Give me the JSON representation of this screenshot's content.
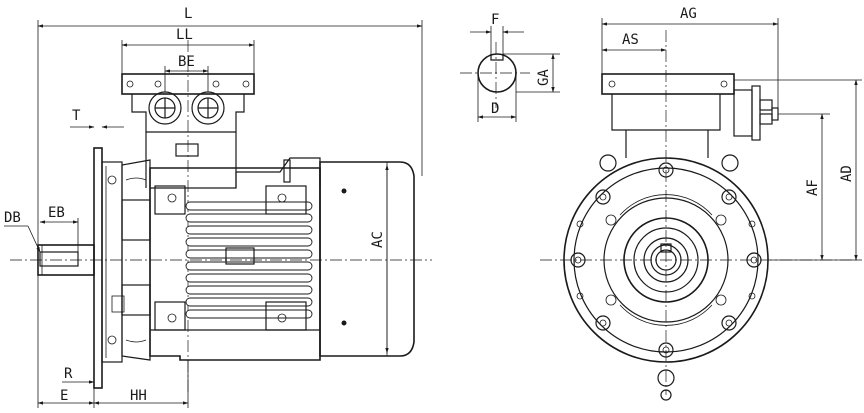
{
  "labels": {
    "L": "L",
    "LL": "LL",
    "BE": "BE",
    "T": "T",
    "DB": "DB",
    "EB": "EB",
    "AC": "AC",
    "R": "R",
    "E": "E",
    "HH": "HH",
    "F": "F",
    "GA": "GA",
    "D": "D",
    "AG": "AG",
    "AS": "AS",
    "AF": "AF",
    "AD": "AD"
  }
}
